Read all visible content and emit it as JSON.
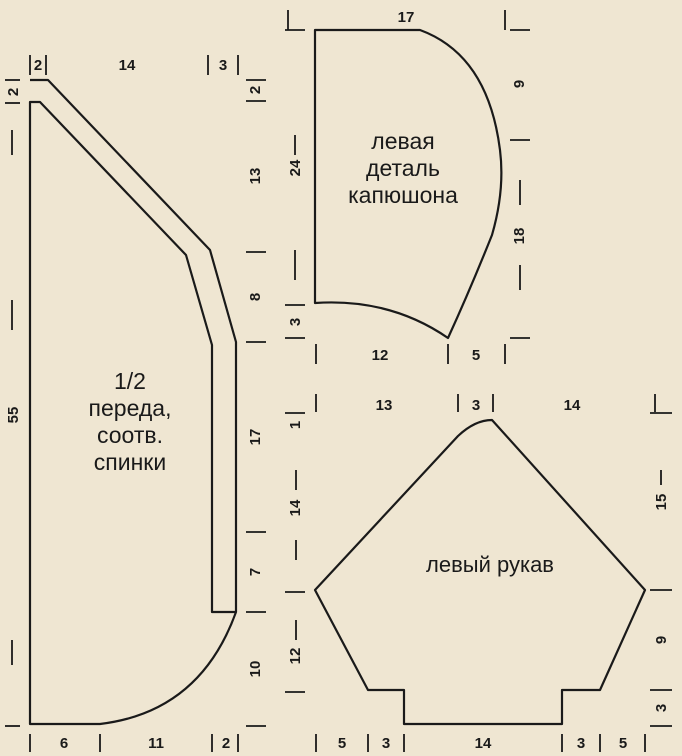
{
  "pieces": {
    "front": {
      "lines": [
        "1/2",
        "переда,",
        "соотв.",
        "спинки"
      ]
    },
    "hood": {
      "lines": [
        "левая",
        "деталь",
        "капюшона"
      ]
    },
    "sleeve": {
      "lines": [
        "левый рукав"
      ]
    }
  },
  "dimensions": {
    "front_top_left": "2",
    "front_top_mid": "14",
    "front_top_right": "3",
    "front_left_top": "2",
    "front_left_total": "55",
    "front_right_a": "2",
    "front_right_b": "13",
    "front_right_c": "8",
    "front_right_d": "17",
    "front_right_e": "7",
    "front_right_f": "10",
    "front_bottom_a": "6",
    "front_bottom_b": "11",
    "front_bottom_c": "2",
    "hood_top": "17",
    "hood_left": "24",
    "hood_right_top": "9",
    "hood_right_bottom": "18",
    "hood_left_bottom": "3",
    "hood_bottom_a": "12",
    "hood_bottom_b": "5",
    "sleeve_top_a": "13",
    "sleeve_top_b": "3",
    "sleeve_top_c": "14",
    "sleeve_left_top": "1",
    "sleeve_left_a": "14",
    "sleeve_left_b": "12",
    "sleeve_right_a": "15",
    "sleeve_right_b": "9",
    "sleeve_right_c": "3",
    "sleeve_bottom_a": "5",
    "sleeve_bottom_b": "3",
    "sleeve_bottom_c": "14",
    "sleeve_bottom_d": "3",
    "sleeve_bottom_e": "5"
  }
}
